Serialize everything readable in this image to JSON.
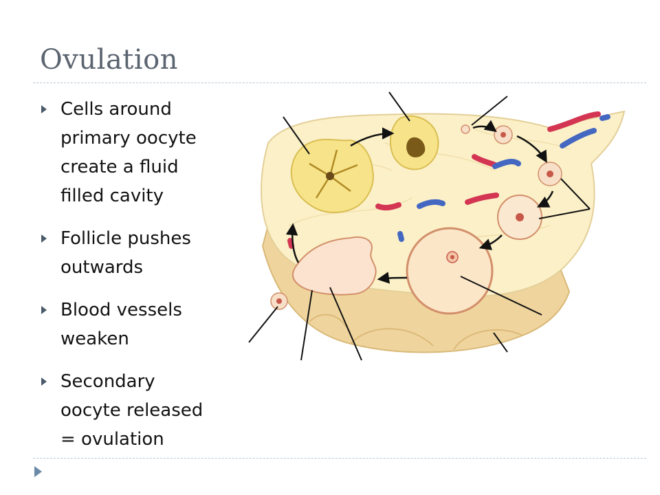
{
  "slide": {
    "title": "Ovulation"
  },
  "bullets": [
    {
      "text": "Cells around primary oocyte create a fluid filled cavity"
    },
    {
      "text": "Follicle pushes outwards"
    },
    {
      "text": "Blood vessels weaken"
    },
    {
      "text": "Secondary oocyte released = ovulation"
    }
  ],
  "diagram": {
    "colors": {
      "stroma": "#fbf0c7",
      "ovary_surface": "#efd59d",
      "corpus_luteum": "#f7e48a",
      "artery": "#d33552",
      "vein": "#4468c2",
      "follicle": "#f7dfc8",
      "arrow": "#111111"
    }
  }
}
